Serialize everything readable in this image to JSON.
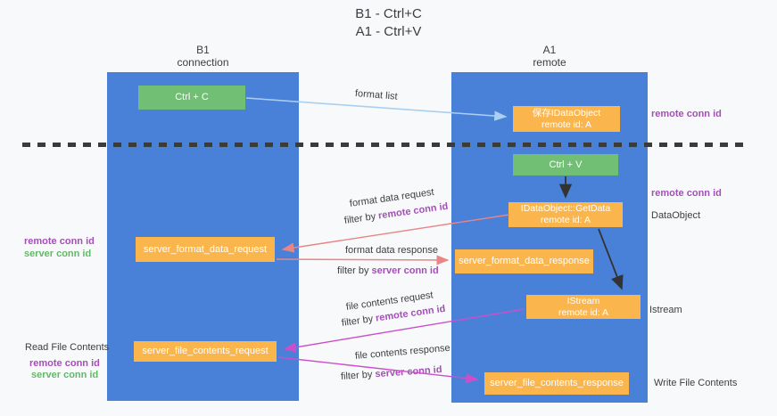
{
  "title": {
    "line1": "B1 - Ctrl+C",
    "line2": "A1 - Ctrl+V"
  },
  "lanes": {
    "left": {
      "name": "B1",
      "role": "connection"
    },
    "right": {
      "name": "A1",
      "role": "remote"
    }
  },
  "nodes": {
    "ctrl_c": {
      "label": "Ctrl + C"
    },
    "save_idataobject": {
      "line1": "保存IDataObject",
      "line2": "remote id: A"
    },
    "ctrl_v": {
      "label": "Ctrl + V"
    },
    "getdata": {
      "line1": "IDataObject::GetData",
      "line2": "remote id: A"
    },
    "format_request": {
      "label": "server_format_data_request"
    },
    "format_response": {
      "label": "server_format_data_response"
    },
    "istream": {
      "line1": "IStream",
      "line2": "remote id: A"
    },
    "file_request": {
      "label": "server_file_contents_request"
    },
    "file_response": {
      "label": "server_file_contents_response"
    }
  },
  "side_labels": {
    "remote_conn_id_top": "remote conn id",
    "remote_conn_id_mid": "remote conn id",
    "dataobject": "DataObject",
    "istream": "Istream",
    "write_file_contents": "Write File Contents",
    "left_remote_conn_id_1": "remote conn id",
    "left_server_conn_id_1": "server conn id",
    "read_file_contents": "Read File Contents",
    "left_remote_conn_id_2": "remote conn id",
    "left_server_conn_id_2": "server conn id"
  },
  "edge_labels": {
    "format_list": "format list",
    "format_data_request": "format data request",
    "format_data_response": "format data response",
    "file_contents_request": "file contents request",
    "file_contents_response": "file contents response",
    "filter_by": "filter by ",
    "filter_remote": "remote conn id",
    "filter_server": "server conn id"
  },
  "colors": {
    "lane_blue": "#4a81d8",
    "node_orange": "#fbb54d",
    "node_green": "#70bf74",
    "arrow_light_blue": "#a9cff1",
    "arrow_salmon": "#e88585",
    "arrow_magenta": "#cb4fcb",
    "arrow_black": "#333333",
    "id_purple": "#a44fb8",
    "id_green": "#63b967",
    "background": "#f8f9fa"
  }
}
